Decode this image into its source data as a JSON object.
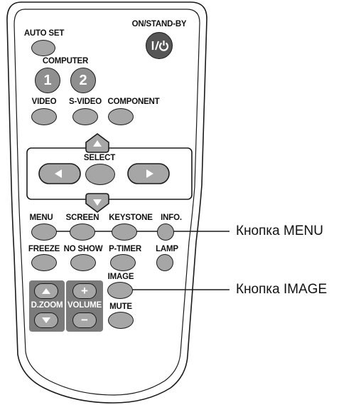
{
  "remote": {
    "auto_set": "AUTO SET",
    "on_standby": "ON/STAND-BY",
    "power_glyph": "I/⏻",
    "computer": "COMPUTER",
    "computer_1": "1",
    "computer_2": "2",
    "video": "VIDEO",
    "s_video": "S-VIDEO",
    "component": "COMPONENT",
    "select": "SELECT",
    "menu": "MENU",
    "screen": "SCREEN",
    "keystone": "KEYSTONE",
    "info": "INFO.",
    "freeze": "FREEZE",
    "no_show": "NO SHOW",
    "p_timer": "P-TIMER",
    "lamp": "LAMP",
    "image": "IMAGE",
    "d_zoom": "D.ZOOM",
    "volume": "VOLUME",
    "mute": "MUTE",
    "plus": "+",
    "minus": "−"
  },
  "callouts": {
    "menu": "Кнопка MENU",
    "image": "Кнопка IMAGE"
  },
  "icons": {
    "up": "triangle-up-icon",
    "down": "triangle-down-icon",
    "left": "triangle-left-icon",
    "right": "triangle-right-icon",
    "power": "power-icon"
  },
  "colors": {
    "button_fill": "#a6a6a6",
    "dark_panel": "#7b7b7b",
    "power_button": "#555555",
    "outline": "#1a1a1a"
  }
}
